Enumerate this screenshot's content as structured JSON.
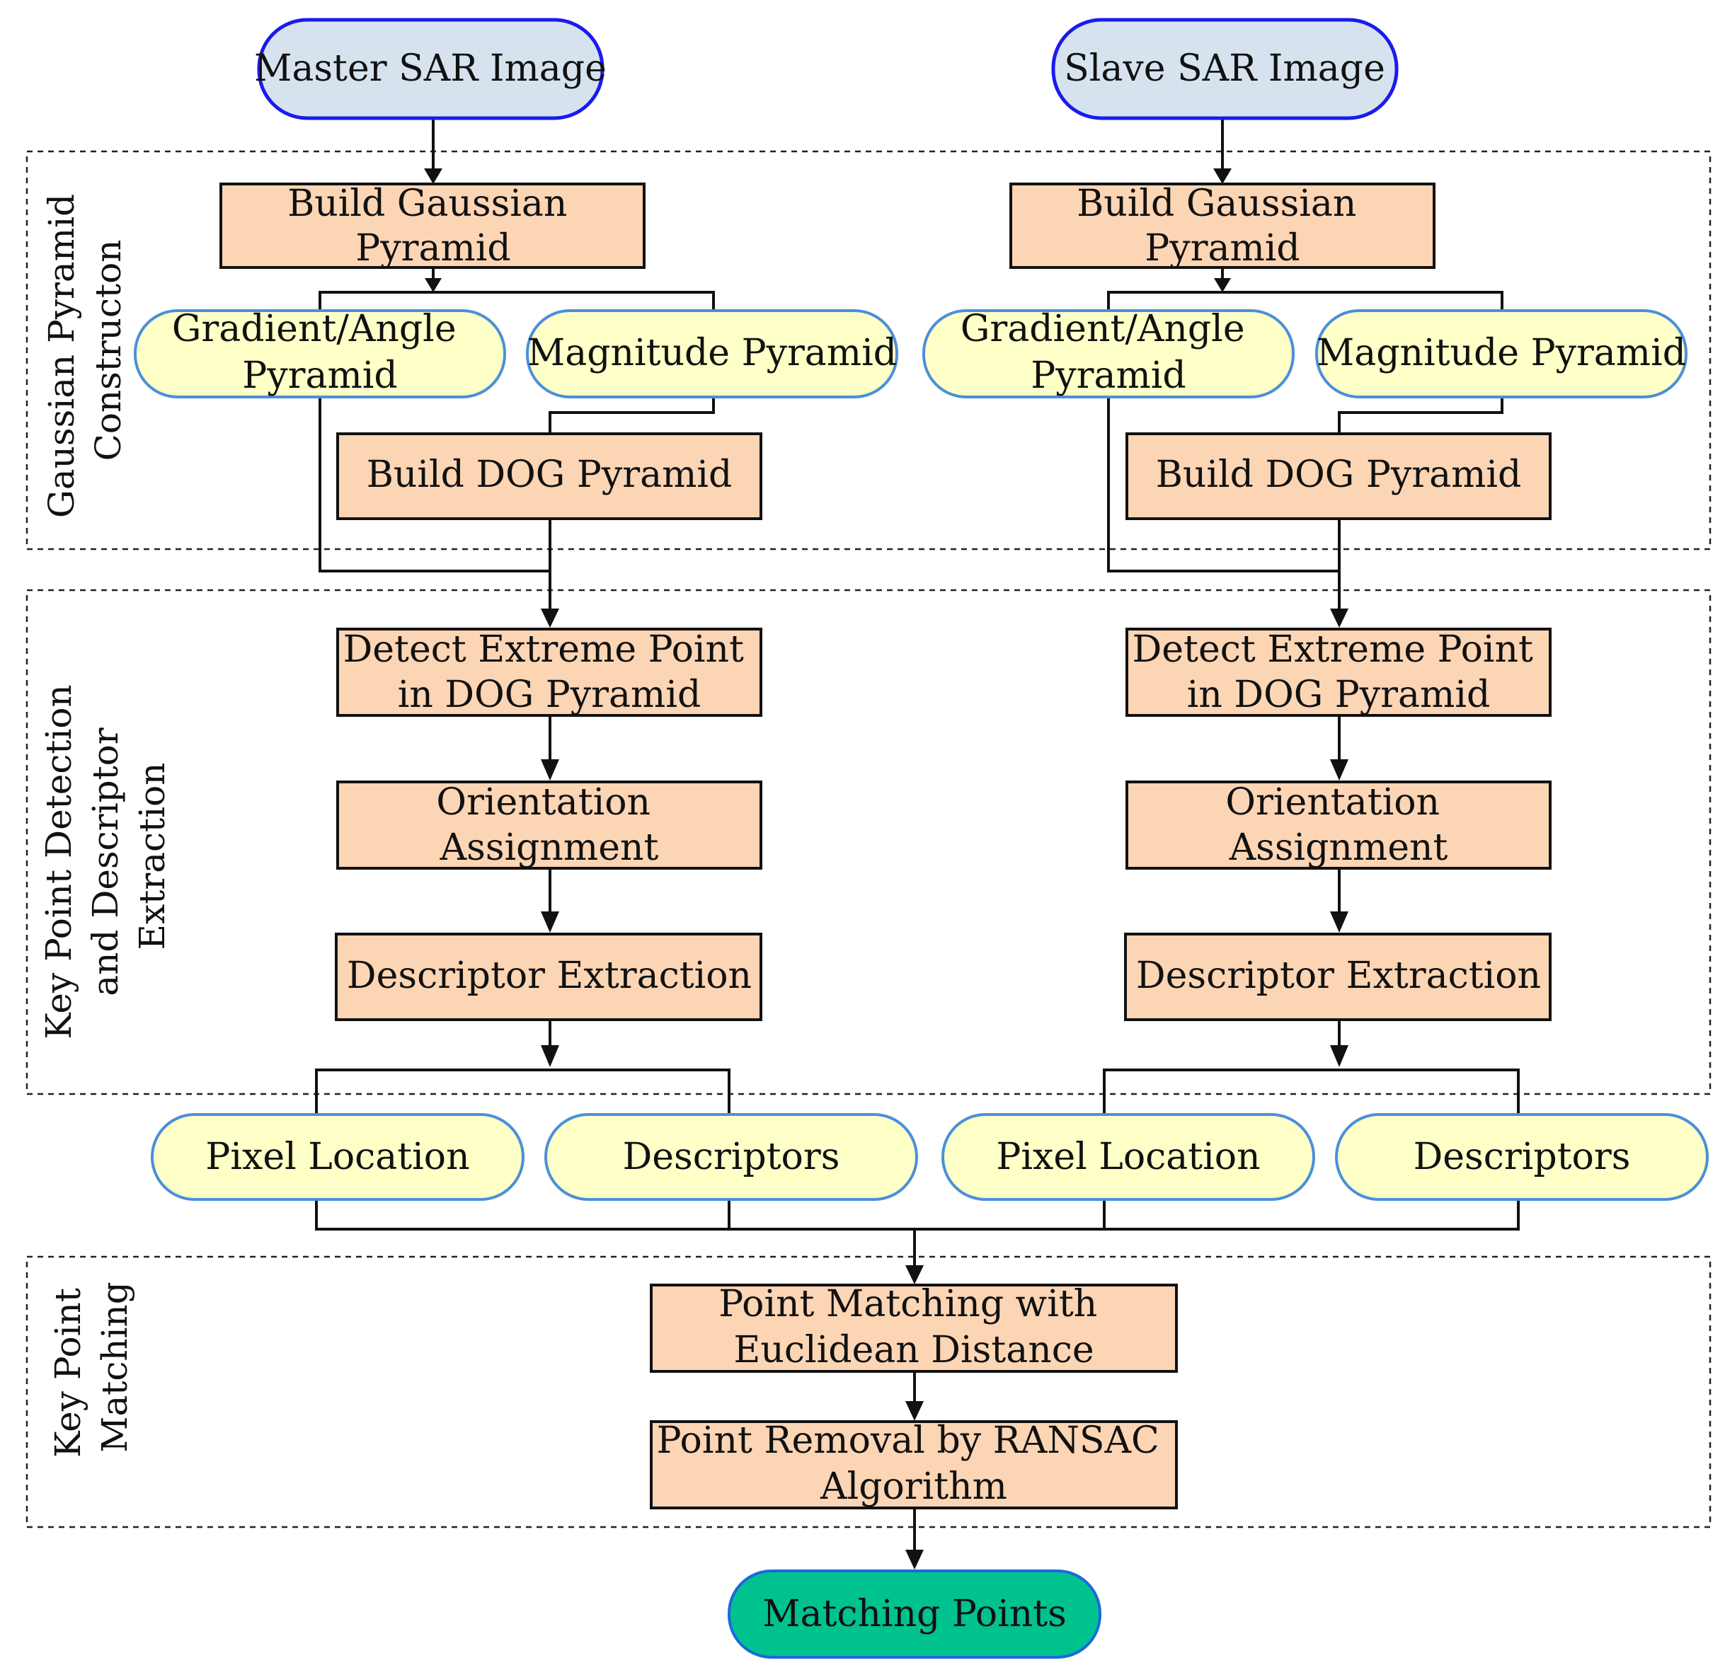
{
  "sections": {
    "gaussian": [
      "Gaussian Pyramid",
      "Constructon"
    ],
    "keypoint": [
      "Key Point Detection",
      "and Descriptor",
      "Extraction"
    ],
    "matching": [
      "Key Point",
      "Matching"
    ]
  },
  "nodes": {
    "master_input": [
      "Master SAR Image"
    ],
    "slave_input": [
      "Slave SAR Image"
    ],
    "build_gaussian": [
      "Build Gaussian",
      "Pyramid"
    ],
    "gradient_angle": [
      "Gradient/Angle",
      "Pyramid"
    ],
    "magnitude": [
      "Magnitude Pyramid"
    ],
    "build_dog": [
      "Build DOG Pyramid"
    ],
    "detect_extreme": [
      "Detect Extreme Point",
      "in DOG Pyramid"
    ],
    "orientation": [
      "Orientation",
      "Assignment"
    ],
    "descriptor_extraction": [
      "Descriptor Extraction"
    ],
    "pixel_location": [
      "Pixel Location"
    ],
    "descriptors": [
      "Descriptors"
    ],
    "point_matching": [
      "Point Matching with",
      "Euclidean Distance"
    ],
    "point_removal": [
      "Point Removal by RANSAC",
      "Algorithm"
    ],
    "matching_points": [
      "Matching Points"
    ]
  },
  "colors": {
    "process_fill": "#fcd5b5",
    "data_fill": "#ffffc8",
    "input_fill": "#d6e3ee",
    "output_fill": "#00c28f"
  }
}
